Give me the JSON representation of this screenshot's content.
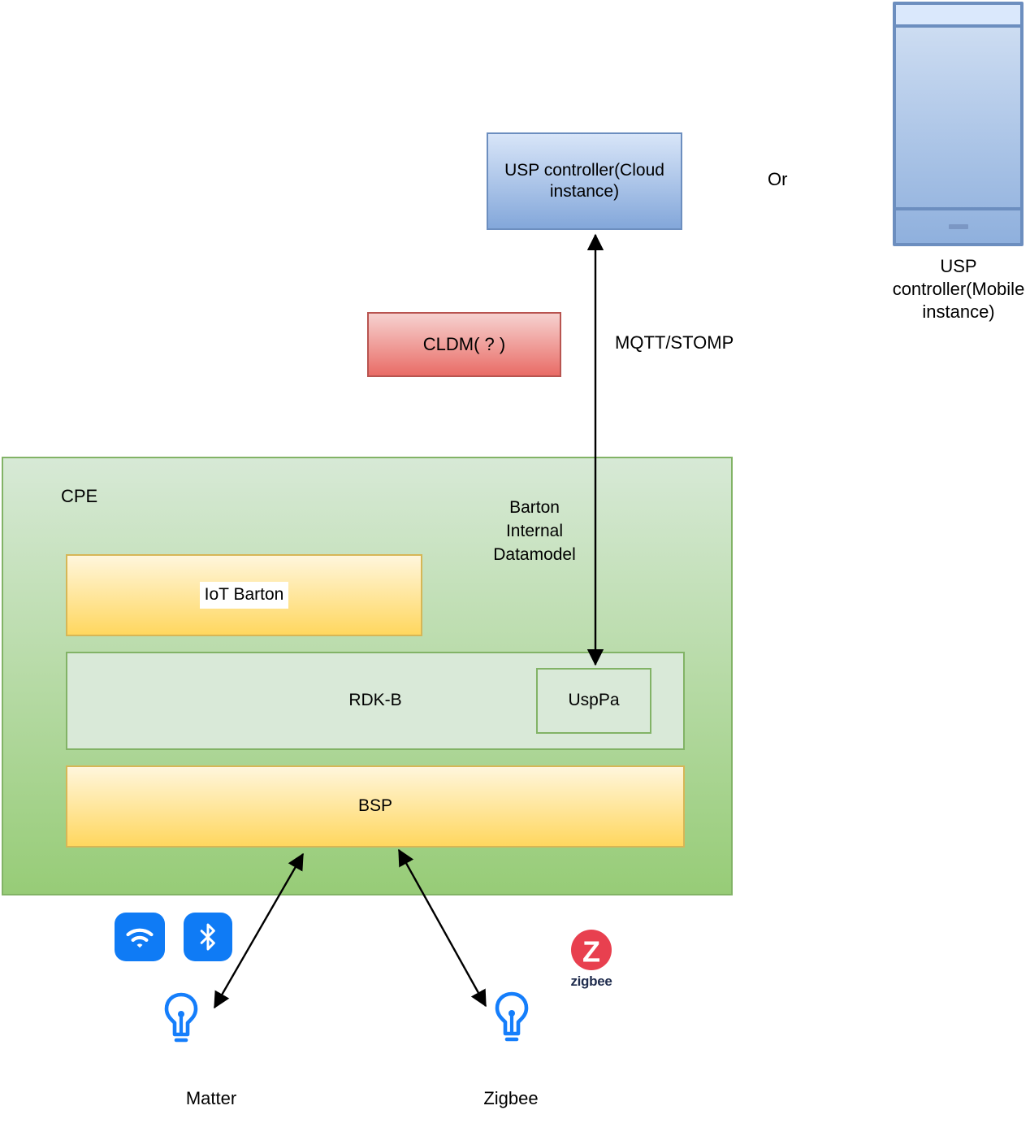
{
  "controllers": {
    "cloud": {
      "label": "USP controller(Cloud instance)"
    },
    "or_label": "Or",
    "mobile": {
      "label": "USP controller(Mobile instance)"
    }
  },
  "cldm": {
    "label": "CLDM( ? )"
  },
  "links": {
    "mqtt": "MQTT/STOMP",
    "barton_internal": "Barton Internal Datamodel"
  },
  "cpe": {
    "label": "CPE",
    "iot_barton": "IoT Barton",
    "rdkb": "RDK-B",
    "usppa": "UspPa",
    "bsp": "BSP"
  },
  "devices": {
    "matter_label": "Matter",
    "zigbee_label": "Zigbee",
    "zigbee_logo_text": "zigbee",
    "zigbee_logo_letter": "Z"
  },
  "icons": {
    "wifi": "wifi-icon",
    "bluetooth": "bluetooth-icon",
    "zigbee": "zigbee-logo",
    "light_bulb": "light-bulb-icon",
    "phone": "mobile-phone-mockup"
  },
  "colors": {
    "blue_fill_top": "#d8e5f8",
    "blue_fill_bottom": "#83a7da",
    "blue_border": "#6c8ebf",
    "red_fill_top": "#f6d2d0",
    "red_fill_bottom": "#e96c66",
    "red_border": "#b85450",
    "green_fill_top": "#d7e9d6",
    "green_fill_bottom": "#97cc77",
    "green_border": "#82b366",
    "pale_green_fill": "#d9e9d8",
    "yellow_fill_top": "#fff6dc",
    "yellow_fill_bottom": "#ffd75f",
    "yellow_border": "#d6b656",
    "app_icon_blue": "#0f7bf5",
    "bulb_blue": "#157efb",
    "zigbee_red": "#e8404f",
    "zigbee_navy": "#202d4e",
    "arrow_black": "#000000"
  }
}
